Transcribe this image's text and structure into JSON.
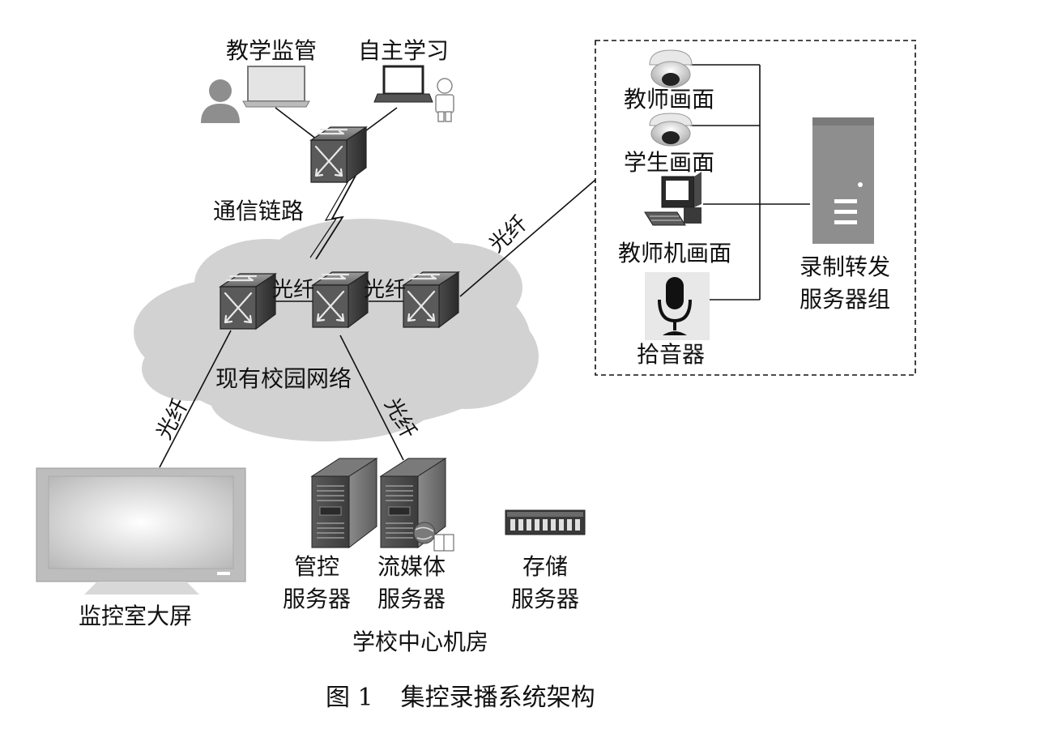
{
  "labels": {
    "teaching_supervision": "教学监管",
    "self_study": "自主学习",
    "comm_link": "通信链路",
    "fiber": "光纤",
    "campus_network": "现有校园网络",
    "big_screen": "监控室大屏",
    "mgmt_server_l1": "管控",
    "mgmt_server_l2": "服务器",
    "stream_server_l1": "流媒体",
    "stream_server_l2": "服务器",
    "storage_server_l1": "存储",
    "storage_server_l2": "服务器",
    "data_center": "学校中心机房",
    "teacher_view": "教师画面",
    "student_view": "学生画面",
    "teacher_pc_view": "教师机画面",
    "microphone": "拾音器",
    "record_group_l1": "录制转发",
    "record_group_l2": "服务器组"
  },
  "caption": {
    "figure_no": "图 1",
    "title": "集控录播系统架构"
  },
  "icons": [
    "person-icon",
    "monitor-icon",
    "laptop-icon",
    "user-icon",
    "switch-icon",
    "camera-icon",
    "desktop-computer-icon",
    "microphone-icon",
    "tower-server-icon",
    "storage-array-icon",
    "globe-icon",
    "tv-screen-icon",
    "cloud-icon"
  ]
}
